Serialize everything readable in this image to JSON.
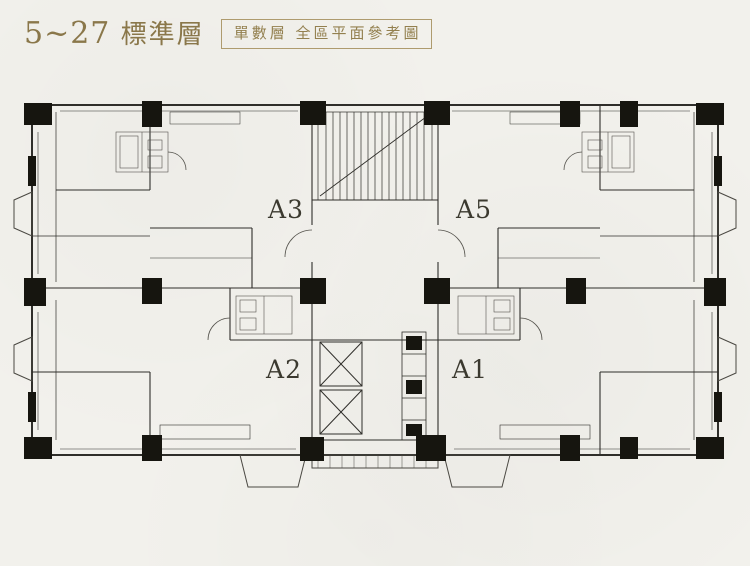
{
  "header": {
    "title_number": "5~27",
    "title_text": "標準層",
    "tag": "單數層 全區平面參考圖"
  },
  "plan": {
    "units": [
      {
        "id": "A3",
        "label": "A3"
      },
      {
        "id": "A5",
        "label": "A5"
      },
      {
        "id": "A2",
        "label": "A2"
      },
      {
        "id": "A1",
        "label": "A1"
      }
    ],
    "colors": {
      "accent": "#93804f",
      "wall_line": "#2f2e2a",
      "column_fill": "#16150f",
      "paper": "#f2f1ec"
    }
  }
}
